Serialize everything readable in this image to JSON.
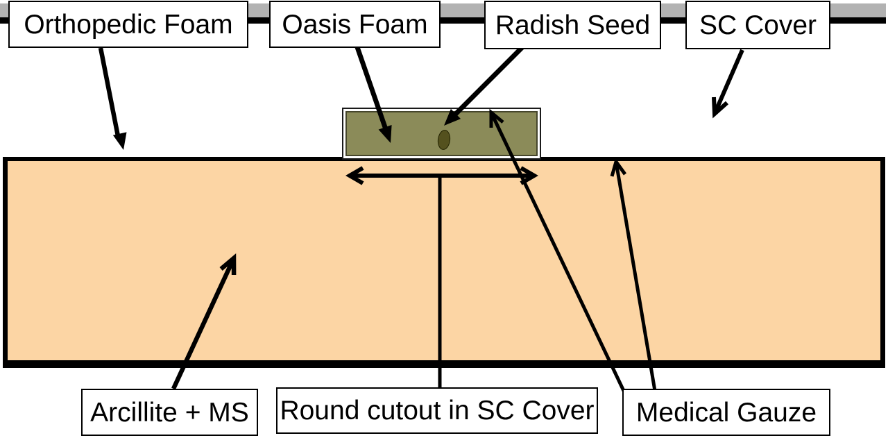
{
  "diagram": {
    "labels": {
      "orthopedic_foam": "Orthopedic Foam",
      "oasis_foam": "Oasis Foam",
      "radish_seed": "Radish Seed",
      "sc_cover": "SC Cover",
      "arcillite_ms": "Arcillite + MS",
      "round_cutout": "Round cutout in SC Cover",
      "medical_gauze": "Medical Gauze"
    },
    "colors": {
      "sc_cover_black": "#000000",
      "orthopedic_foam_gray": "#B2B2B2",
      "arcillite_peach": "#FCD5A4",
      "oasis_foam_olive": "#8B8B59",
      "oasis_foam_border": "#45452B",
      "radish_seed_fill": "#54511E",
      "medical_gauze_white": "#FFFFFF",
      "line_black": "#000000",
      "label_background": "#FFFFFF"
    }
  }
}
